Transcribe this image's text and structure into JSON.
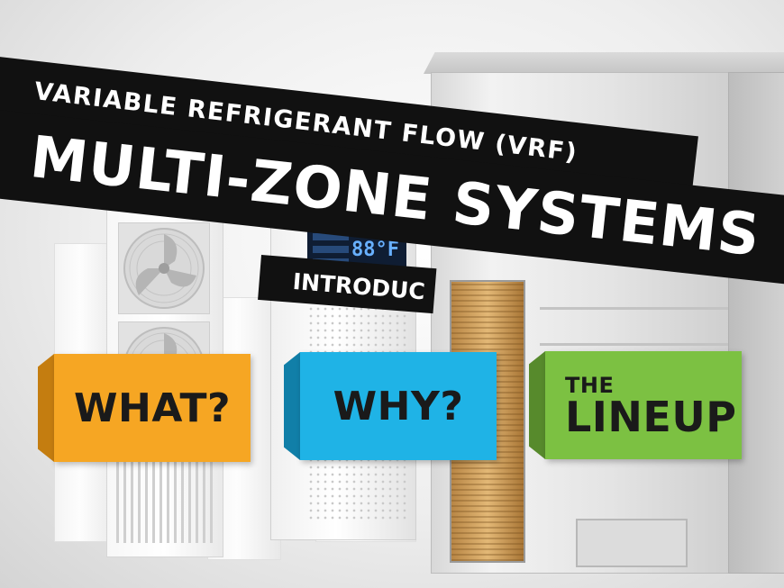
{
  "banner": {
    "subtitle": "VARIABLE REFRIGERANT FLOW (VRF)",
    "title": "MULTI-ZONE SYSTEMS",
    "intro_label": "INTRODUC"
  },
  "display": {
    "temperature": "88°F"
  },
  "tiles": {
    "what": {
      "label": "WHAT?",
      "color": "#f6a623"
    },
    "why": {
      "label": "WHY?",
      "color": "#1fb3e6"
    },
    "lineup": {
      "label_top": "THE",
      "label_bottom": "LINEUP",
      "color": "#7cc142"
    }
  }
}
